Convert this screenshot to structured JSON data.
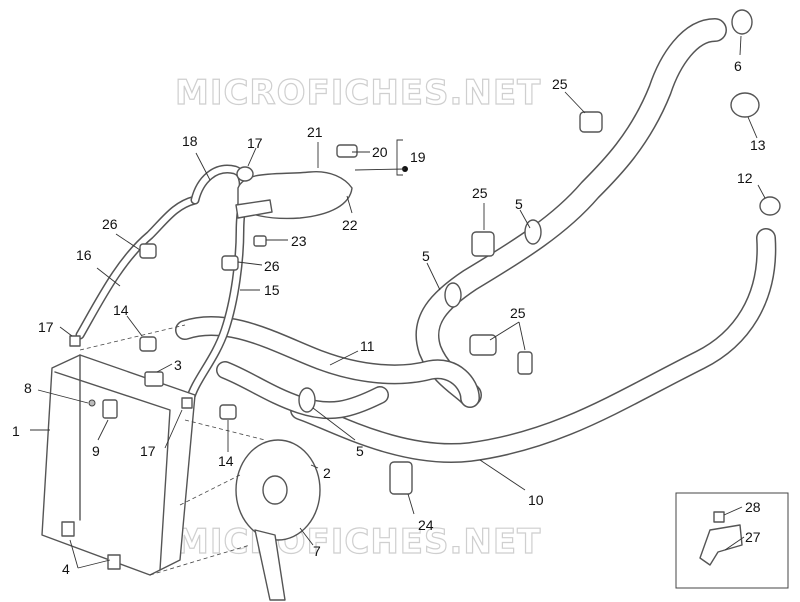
{
  "watermark": {
    "top": "MICROFICHES.NET",
    "bottom": "MICROFICHES.NET"
  },
  "callouts": {
    "c1": "1",
    "c2": "2",
    "c3": "3",
    "c4": "4",
    "c5a": "5",
    "c5b": "5",
    "c5c": "5",
    "c6": "6",
    "c7": "7",
    "c8": "8",
    "c9": "9",
    "c10": "10",
    "c11": "11",
    "c12": "12",
    "c13": "13",
    "c14a": "14",
    "c14b": "14",
    "c15": "15",
    "c16": "16",
    "c17a": "17",
    "c17b": "17",
    "c17c": "17",
    "c18": "18",
    "c19": "19",
    "c20": "20",
    "c21": "21",
    "c22": "22",
    "c23": "23",
    "c24": "24",
    "c25a": "25",
    "c25b": "25",
    "c25c": "25",
    "c26a": "26",
    "c26b": "26",
    "c27": "27",
    "c28": "28"
  }
}
